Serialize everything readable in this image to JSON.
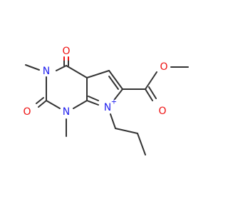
{
  "molecule": {
    "atoms": {
      "o_top": "O",
      "o_left": "O",
      "o_ester_dbl": "O",
      "o_ester_single": "O",
      "n_top": "N",
      "n_bottom": "N",
      "n_plus": "N",
      "n_plus_charge": "+"
    },
    "colors": {
      "carbon_bond": "#333333",
      "oxygen": "#ee1111",
      "nitrogen": "#2222ee",
      "background": "#ffffff"
    }
  }
}
